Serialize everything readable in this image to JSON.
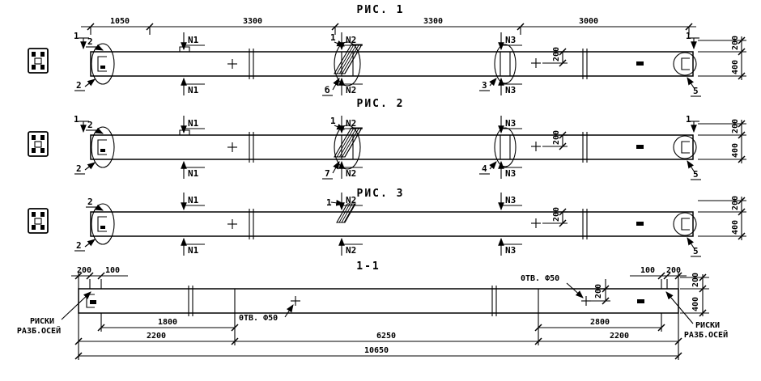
{
  "drawing": {
    "background": "#ffffff",
    "line_color": "#000000"
  },
  "figures": [
    {
      "title": "РИС. 1",
      "top_dims": [
        "1050",
        "3300",
        "3300",
        "3000"
      ],
      "cut_left": "1",
      "cut_right": "1",
      "marker2_top": "2",
      "marker2_bottom": "2",
      "n1_top": "N1",
      "n2_top": "N2",
      "n3_top": "N3",
      "n1_bottom": "N1",
      "n2_bottom": "N2",
      "n3_bottom": "N3",
      "detail1": "1",
      "label_mid": "б",
      "label_n3": "3",
      "label_end": "5",
      "hole_dim": "200",
      "right_dim_top": "200",
      "right_dim_bottom": "400"
    },
    {
      "title": "РИС. 2",
      "cut_left": "1",
      "cut_right": "1",
      "marker2_top": "2",
      "marker2_bottom": "2",
      "n1_top": "N1",
      "n2_top": "N2",
      "n3_top": "N3",
      "n1_bottom": "N1",
      "n2_bottom": "N2",
      "n3_bottom": "N3",
      "detail1": "1",
      "label_mid": "7",
      "label_n3": "4",
      "label_end": "5",
      "hole_dim": "200",
      "right_dim_top": "200",
      "right_dim_bottom": "400"
    },
    {
      "title": "РИС. 3",
      "marker2_top": "2",
      "marker2_bottom": "2",
      "n1_top": "N1",
      "n2_top": "N2",
      "n3_top": "N3",
      "n1_bottom": "N1",
      "n2_bottom": "N2",
      "n3_bottom": "N3",
      "detail1": "1",
      "label_end": "5",
      "hole_dim": "200",
      "right_dim_top": "200",
      "right_dim_bottom": "400"
    }
  ],
  "section": {
    "title": "1-1",
    "top_left_dims": [
      "200",
      "100"
    ],
    "top_right_dims": [
      "100",
      "200"
    ],
    "hole_label_left": "0ТВ. Ф50",
    "hole_label_right": "0ТВ. Ф50",
    "hole_dim": "200",
    "right_dim_top": "200",
    "right_dim_bottom": "400",
    "axis_marks_left": [
      "РИСКИ",
      "РАЗБ.ОСЕЙ"
    ],
    "axis_marks_right": [
      "РИСКИ",
      "РАЗБ.ОСЕЙ"
    ],
    "dims_row1": [
      "1800",
      "2800"
    ],
    "dims_row2": [
      "2200",
      "6250",
      "2200"
    ],
    "dims_row3": [
      "10650"
    ]
  }
}
